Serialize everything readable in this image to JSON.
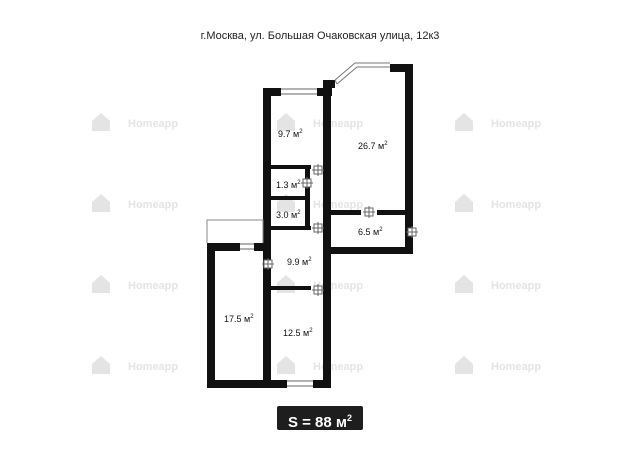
{
  "title": "г.Москва, ул. Большая Очаковская улица, 12к3",
  "watermark": {
    "brand": "Homeapp",
    "color": "#e4e4e4"
  },
  "rooms": [
    {
      "id": "room-a",
      "area": "9.7 м",
      "sup": "2"
    },
    {
      "id": "room-b",
      "area": "26.7 м",
      "sup": "2"
    },
    {
      "id": "room-c",
      "area": "1.3 м",
      "sup": "2"
    },
    {
      "id": "room-d",
      "area": "3.0 м",
      "sup": "2"
    },
    {
      "id": "room-e",
      "area": "6.5 м",
      "sup": "2"
    },
    {
      "id": "room-f",
      "area": "9.9 м",
      "sup": "2"
    },
    {
      "id": "room-g",
      "area": "17.5 м",
      "sup": "2"
    },
    {
      "id": "room-h",
      "area": "12.5 м",
      "sup": "2"
    }
  ],
  "total": {
    "text": "S = 88 м",
    "sup": "2"
  },
  "colors": {
    "wall": "#111111",
    "badge": "#1e1e1e"
  }
}
